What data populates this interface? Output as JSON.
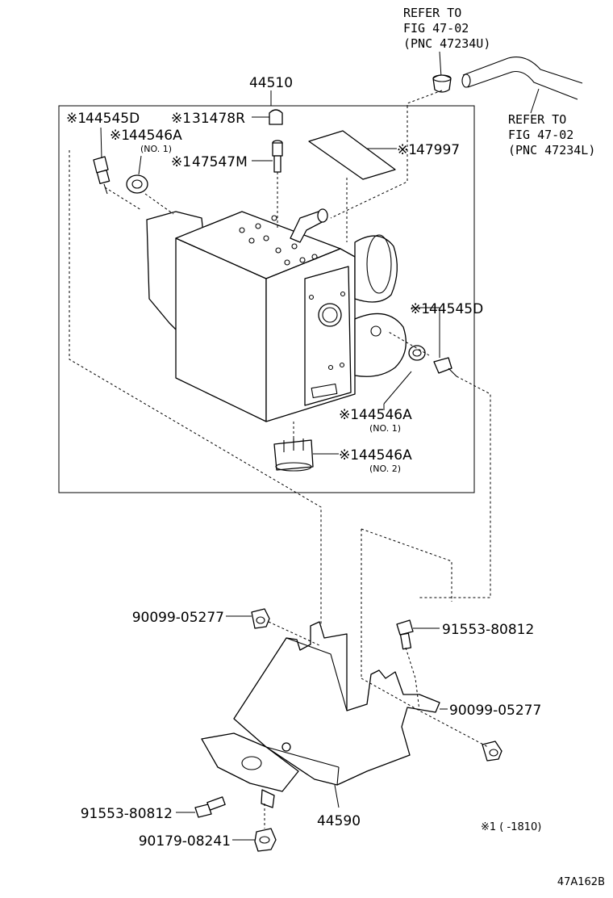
{
  "diagram": {
    "assembly_number": "44510",
    "figure_code": "47A162B",
    "footnote": "※1 (      -1810)",
    "references": [
      {
        "lines": [
          "REFER TO",
          "FIG 47-02",
          "(PNC 47234U)"
        ]
      },
      {
        "lines": [
          "REFER TO",
          "FIG 47-02",
          "(PNC 47234L)"
        ]
      }
    ],
    "callouts": [
      {
        "id": "p44545d_top",
        "mark": "※1",
        "number": "44545D",
        "sub": ""
      },
      {
        "id": "p44546a_top",
        "mark": "※1",
        "number": "44546A",
        "sub": "(NO. 1)"
      },
      {
        "id": "p31478r",
        "mark": "※1",
        "number": "31478R",
        "sub": ""
      },
      {
        "id": "p47547m",
        "mark": "※1",
        "number": "47547M",
        "sub": ""
      },
      {
        "id": "p47997",
        "mark": "※1",
        "number": "47997",
        "sub": ""
      },
      {
        "id": "p44545d_right",
        "mark": "※1",
        "number": "44545D",
        "sub": ""
      },
      {
        "id": "p44546a_no1",
        "mark": "※1",
        "number": "44546A",
        "sub": "(NO. 1)"
      },
      {
        "id": "p44546a_no2",
        "mark": "※1",
        "number": "44546A",
        "sub": "(NO. 2)"
      },
      {
        "id": "p90099_left",
        "mark": "",
        "number": "90099-05277",
        "sub": ""
      },
      {
        "id": "p91553_right",
        "mark": "",
        "number": "91553-80812",
        "sub": ""
      },
      {
        "id": "p90099_right",
        "mark": "",
        "number": "90099-05277",
        "sub": ""
      },
      {
        "id": "p91553_left",
        "mark": "",
        "number": "91553-80812",
        "sub": ""
      },
      {
        "id": "p90179",
        "mark": "",
        "number": "90179-08241",
        "sub": ""
      },
      {
        "id": "p44590",
        "mark": "",
        "number": "44590",
        "sub": ""
      }
    ]
  }
}
